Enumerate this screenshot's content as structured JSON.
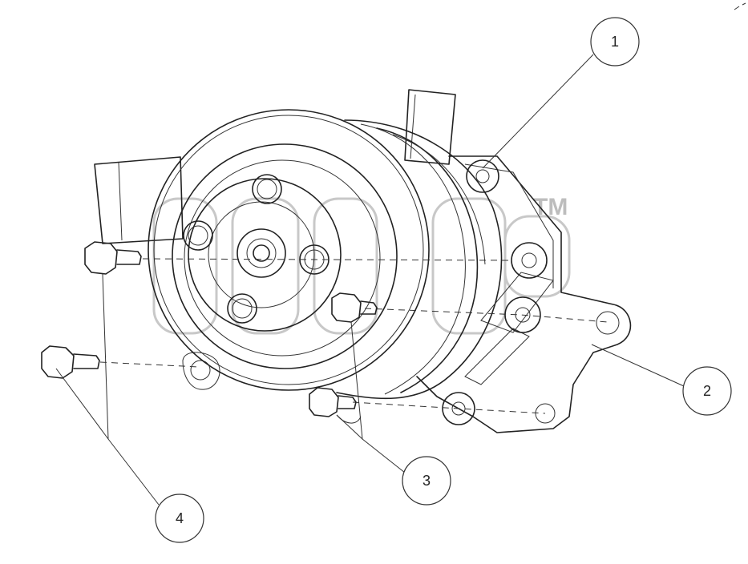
{
  "watermark": {
    "trademark": "TM"
  },
  "callouts": [
    {
      "id": "1",
      "label": "1"
    },
    {
      "id": "2",
      "label": "2"
    },
    {
      "id": "3",
      "label": "3"
    },
    {
      "id": "4",
      "label": "4"
    }
  ],
  "colors": {
    "line": "#222222",
    "watermark": "#c8c8c8",
    "background": "#ffffff"
  }
}
